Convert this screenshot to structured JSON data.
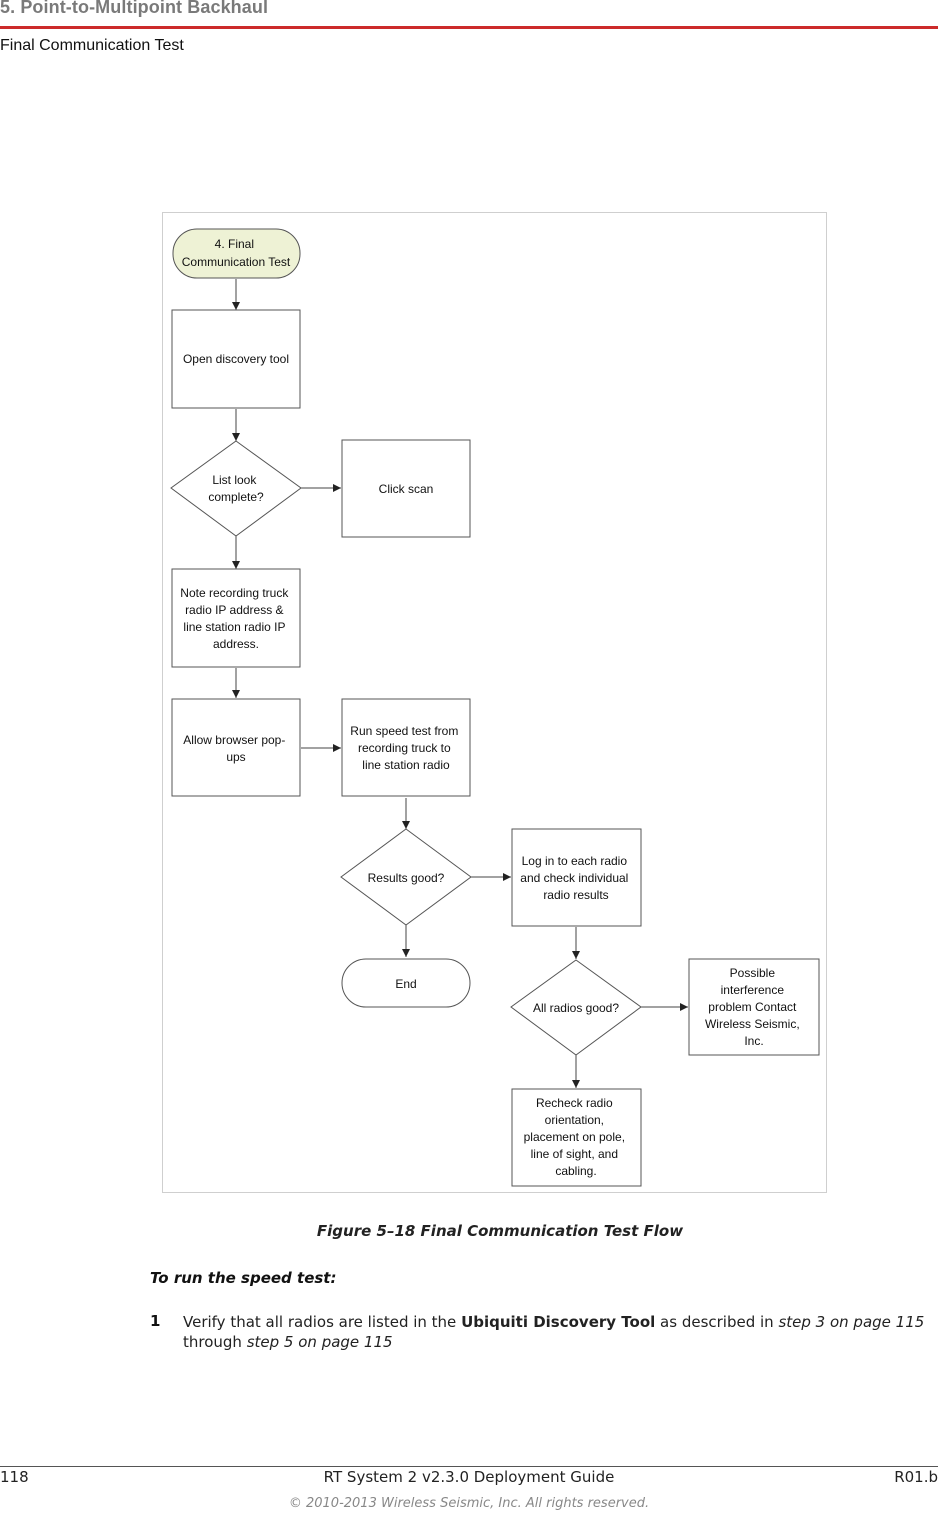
{
  "header": {
    "chapter": "5. Point-to-Multipoint Backhaul",
    "section": "Final Communication Test"
  },
  "flowchart": {
    "start": [
      "4. Final",
      "Communication Test"
    ],
    "open_tool": [
      "Open discovery tool"
    ],
    "list_look": [
      "List look",
      "complete?"
    ],
    "click_scan": [
      "Click scan"
    ],
    "note_ip": [
      "Note recording truck",
      "radio IP address &",
      "line station radio IP",
      "address."
    ],
    "allow_popups": [
      "Allow browser pop-",
      "ups"
    ],
    "run_speed": [
      "Run speed test from",
      "recording truck to",
      "line station radio"
    ],
    "results_good": [
      "Results good?"
    ],
    "login": [
      "Log in to each radio",
      "and check individual",
      "radio results"
    ],
    "end": [
      "End"
    ],
    "all_radios": [
      "All radios good?"
    ],
    "interference": [
      "Possible",
      "interference",
      "problem Contact",
      "Wireless Seismic,",
      "Inc."
    ],
    "recheck": [
      "Recheck radio",
      "orientation,",
      "placement on pole,",
      "line of sight, and",
      "cabling."
    ]
  },
  "figure": {
    "caption": "Figure 5–18  Final Communication Test Flow"
  },
  "procedure": {
    "heading": "To run the speed test:",
    "steps": [
      {
        "number": "1",
        "text_before": "Verify that all radios are listed in the ",
        "tool_name": "Ubiquiti Discovery Tool",
        "text_mid": " as described in ",
        "ref1": "step 3 on page 115",
        "text_through": " through ",
        "ref2": "step 5 on page 115"
      }
    ]
  },
  "footer": {
    "page_number": "118",
    "doc_title": "RT System 2 v2.3.0 Deployment Guide",
    "revision": "R01.b",
    "copyright": "© 2010-2013 Wireless Seismic, Inc. All rights reserved."
  },
  "colors": {
    "header_rule": "#cc2a2a",
    "start_node_fill": "#eef2d5"
  }
}
